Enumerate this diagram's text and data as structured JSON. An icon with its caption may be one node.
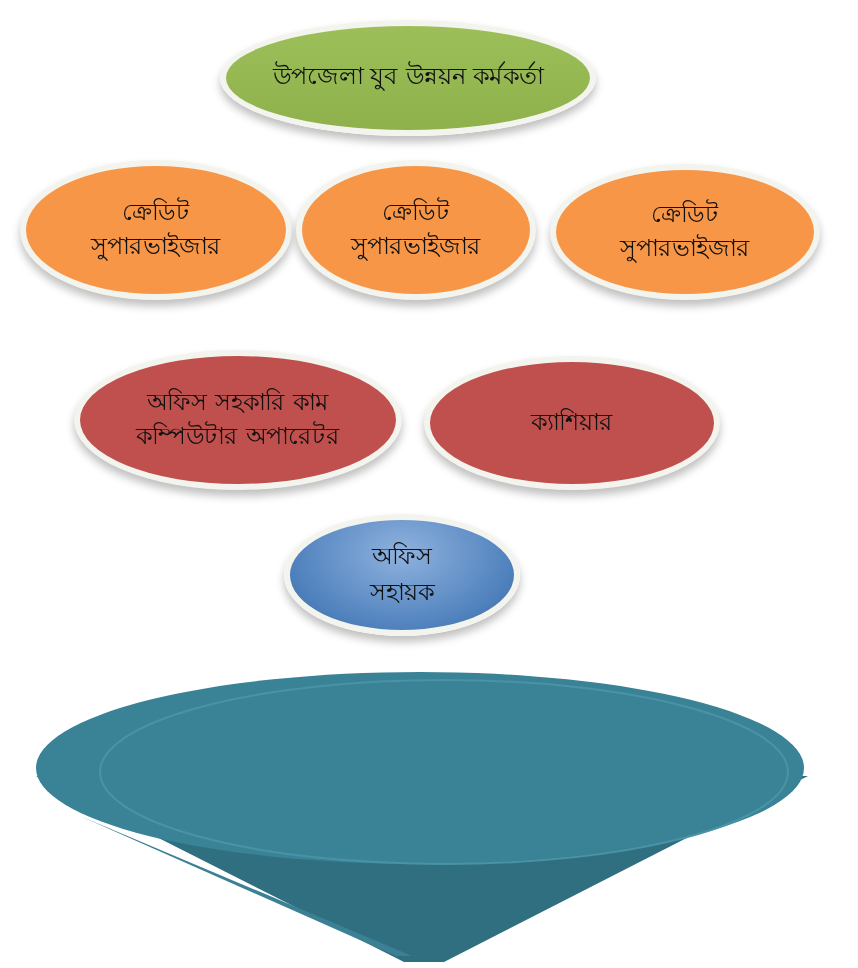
{
  "diagram": {
    "nodes": [
      {
        "text": [
          "উপজেলা যুব উন্নয়ন কর্মকর্তা"
        ]
      },
      {
        "text": [
          "ক্রেডিট সুপারভাইজার"
        ]
      },
      {
        "text": [
          "ক্রেডিট সুপারভাইজার"
        ]
      },
      {
        "text": [
          "ক্রেডিট সুপারভাইজার"
        ]
      },
      {
        "text": [
          "অফিস সহকারি কাম কম্পিউটার অপারেটর"
        ]
      },
      {
        "text": [
          "ক্যাশিয়ার"
        ]
      },
      {
        "text": [
          "অফিস সহায়ক"
        ]
      },
      {
        "text": [],
        "shape": "funnel"
      }
    ]
  }
}
